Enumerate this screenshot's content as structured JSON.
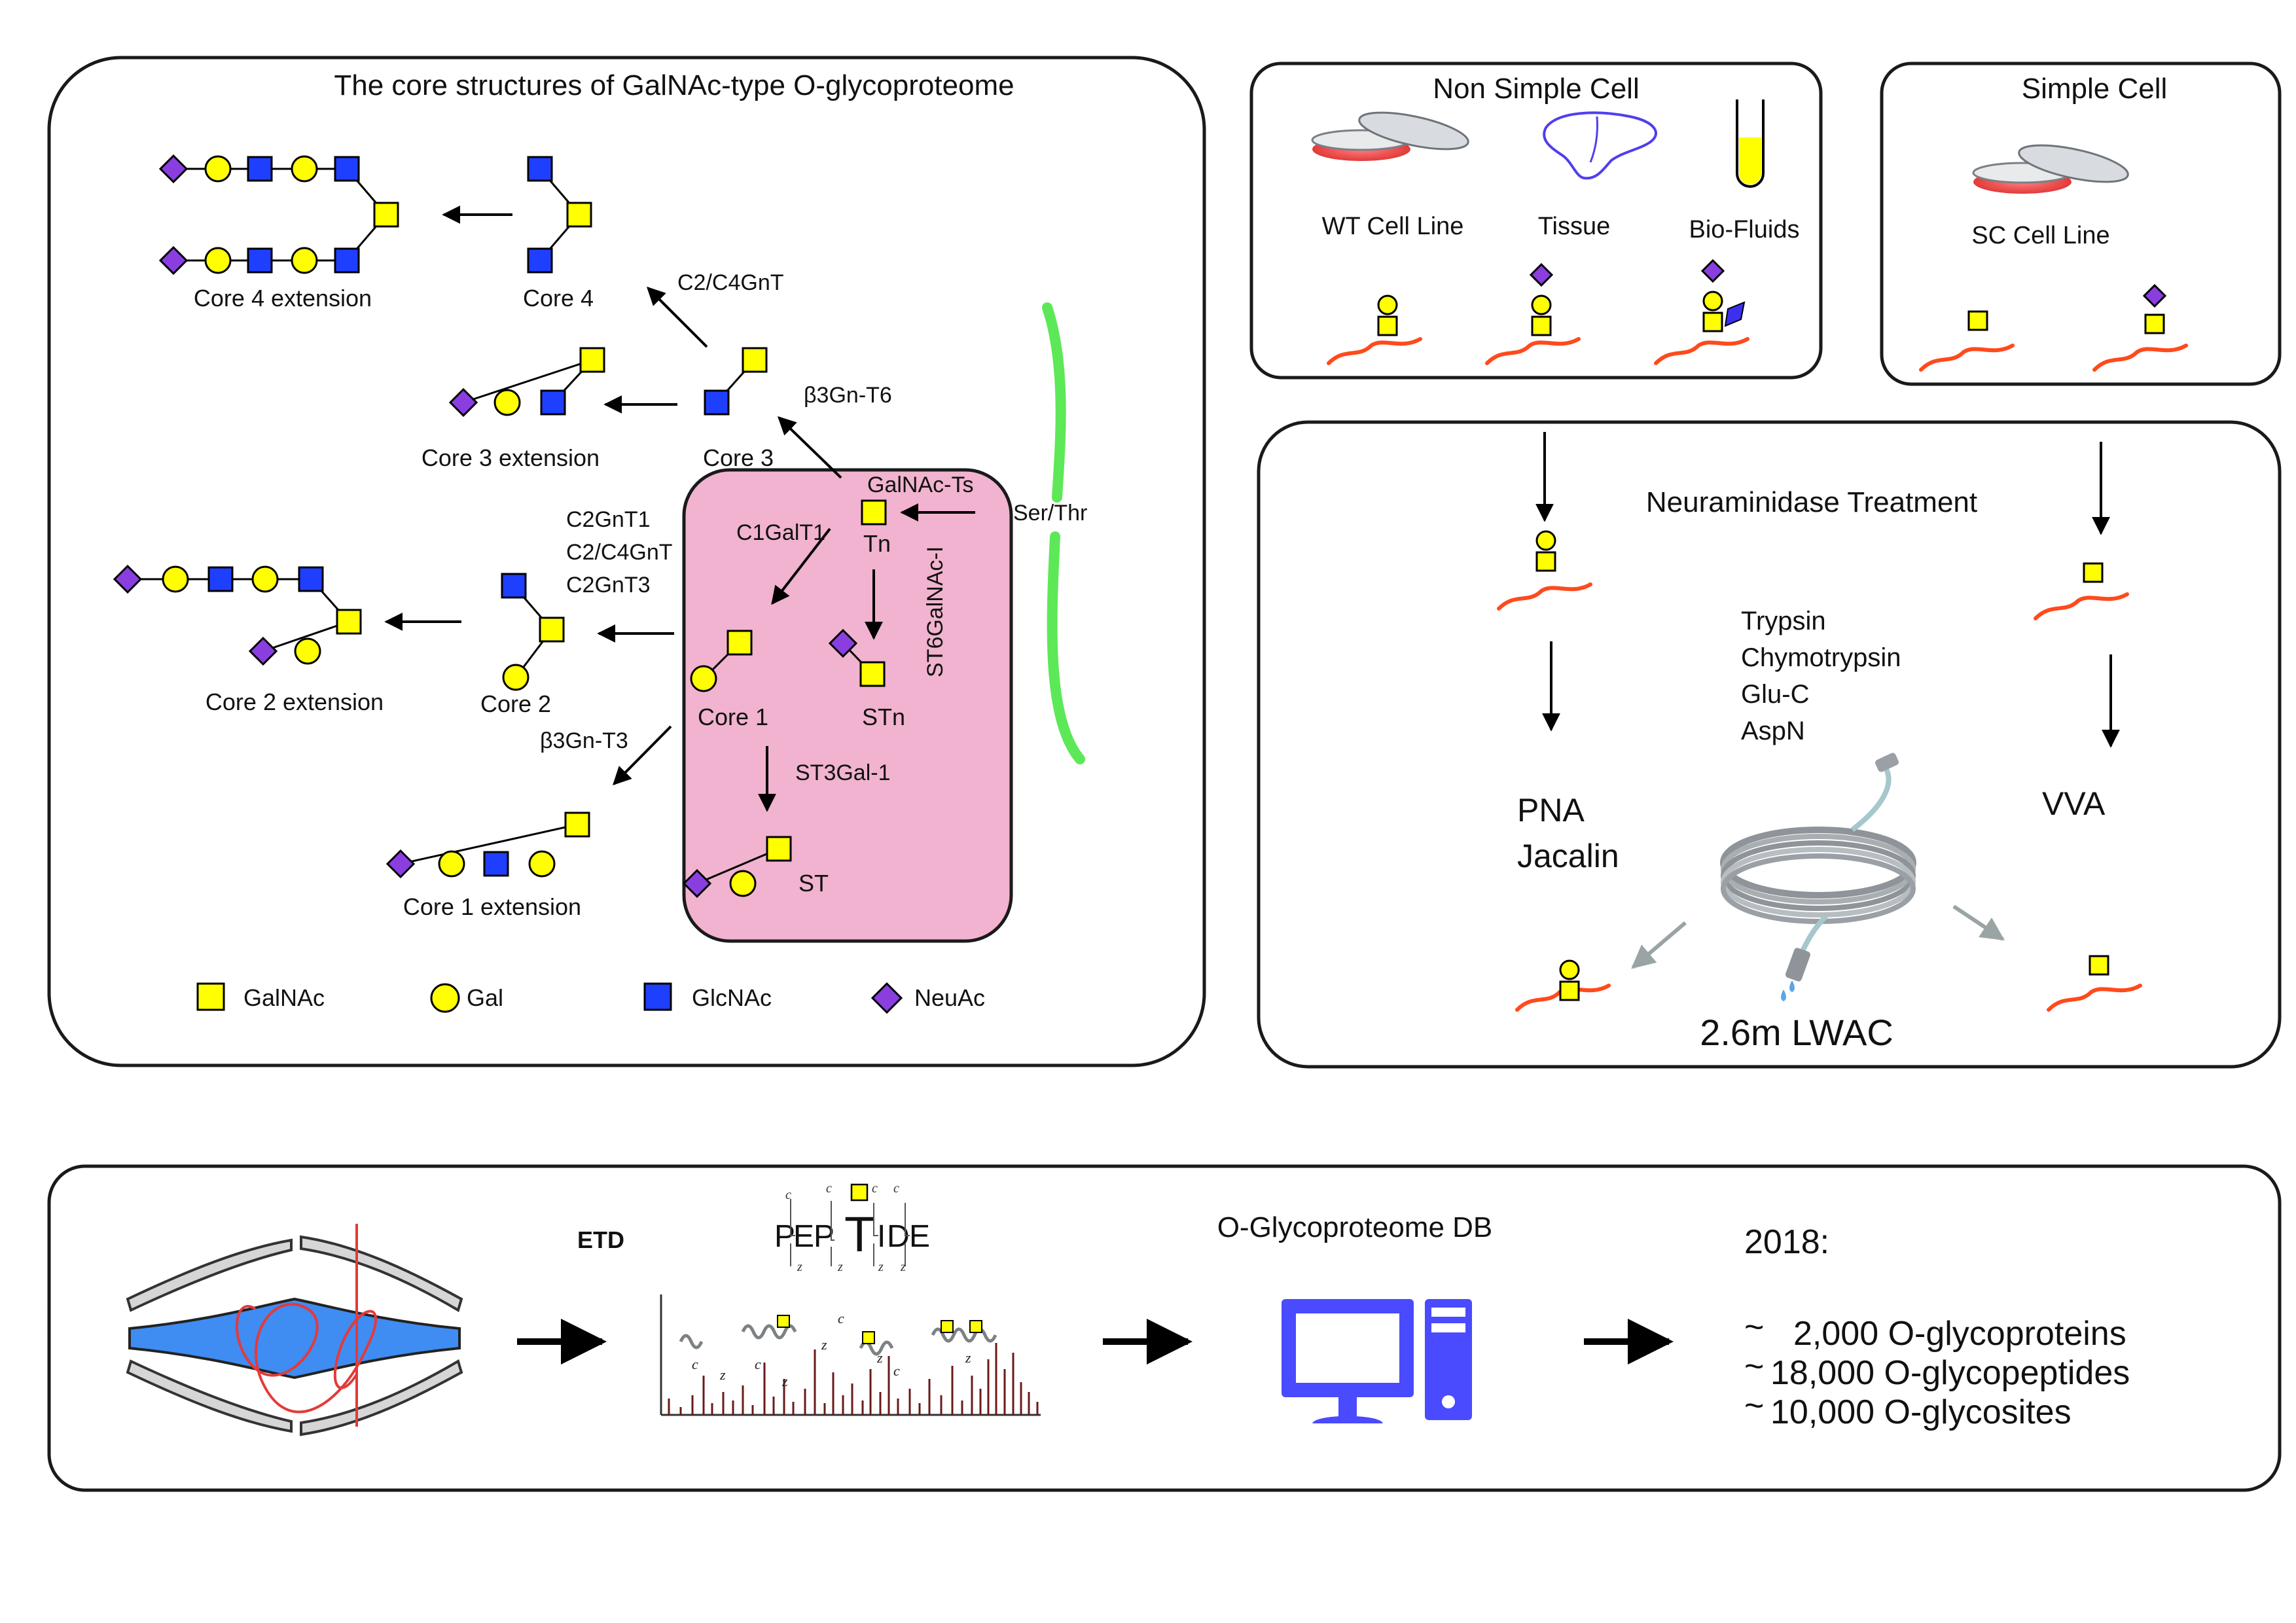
{
  "core_panel": {
    "title": "The core structures of GalNAc-type O-glycoproteome",
    "cores": {
      "core4_ext": "Core 4 extension",
      "core4": "Core 4",
      "core3_ext": "Core 3 extension",
      "core3": "Core 3",
      "core2_ext": "Core 2 extension",
      "core2": "Core 2",
      "core1": "Core 1",
      "core1_ext": "Core 1 extension",
      "tn": "Tn",
      "stn": "STn",
      "st": "ST"
    },
    "enzymes": {
      "c2c4gnt_top": "C2/C4GnT",
      "b3gnt6": "β3Gn-T6",
      "galnac_ts": "GalNAc-Ts",
      "ser_thr": "Ser/Thr",
      "c1galt1": "C1GalT1",
      "st6galnac": "ST6GalNAc-I",
      "c2gnt1": "C2GnT1",
      "c2c4gnt": "C2/C4GnT",
      "c2gnt3": "C2GnT3",
      "b3gnt3": "β3Gn-T3",
      "st3gal": "ST3Gal-1"
    },
    "legend": [
      {
        "label": "GalNAc",
        "shape": "square",
        "color": "#ffff00"
      },
      {
        "label": "Gal",
        "shape": "circle",
        "color": "#ffff00"
      },
      {
        "label": "GlcNAc",
        "shape": "square",
        "color": "#1f3fff"
      },
      {
        "label": "NeuAc",
        "shape": "diamond",
        "color": "#8a3ee0"
      }
    ],
    "golgi_color": "#f1b3cf",
    "membrane_color": "#5de858"
  },
  "non_simple_panel": {
    "title": "Non Simple Cell",
    "sources": [
      "WT Cell Line",
      "Tissue",
      "Bio-Fluids"
    ]
  },
  "simple_panel": {
    "title": "Simple Cell",
    "source": "SC Cell Line"
  },
  "enrichment_panel": {
    "title": "Neuraminidase Treatment",
    "proteases": [
      "Trypsin",
      "Chymotrypsin",
      "Glu-C",
      "AspN"
    ],
    "lectin_left": [
      "PNA",
      "Jacalin"
    ],
    "lectin_right": "VVA",
    "column": "2.6m LWAC"
  },
  "workflow_panel": {
    "etd": "ETD",
    "peptide": [
      "P",
      "E",
      "P",
      "T",
      "I",
      "D",
      "E"
    ],
    "db": "O-Glycoproteome DB",
    "year": "2018:",
    "stats": [
      {
        "tilde": "~",
        "text": "2,000 O-glycoproteins"
      },
      {
        "tilde": "~",
        "text": "18,000 O-glycopeptides"
      },
      {
        "tilde": "~",
        "text": "10,000 O-glycosites"
      }
    ]
  },
  "colors": {
    "galnac": "#ffff00",
    "glcnac": "#1f3fff",
    "neuac": "#8a3ee0",
    "peptide": "#ff4a1c",
    "computer": "#4a4aff"
  }
}
